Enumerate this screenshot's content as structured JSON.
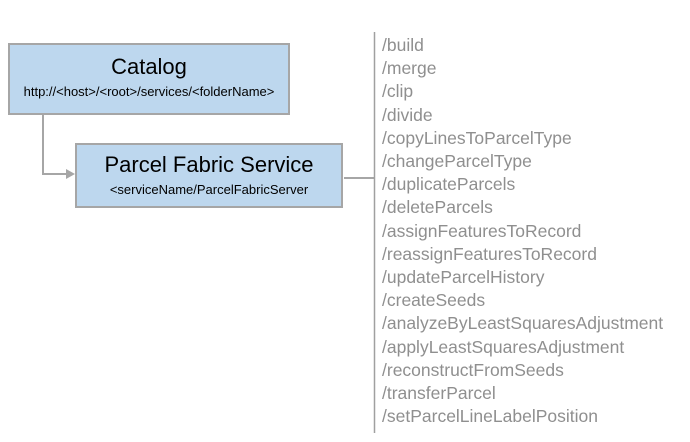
{
  "catalog": {
    "title": "Catalog",
    "url": "http://<host>/<root>/services/<folderName>"
  },
  "service": {
    "title": "Parcel Fabric Service",
    "subtitle": "<serviceName/ParcelFabricServer"
  },
  "endpoints": [
    "/build",
    "/merge",
    "/clip",
    "/divide",
    "/copyLinesToParcelType",
    "/changeParcelType",
    "/duplicateParcels",
    "/deleteParcels",
    "/assignFeaturesToRecord",
    "/reassignFeaturesToRecord",
    "/updateParcelHistory",
    "/createSeeds",
    "/analyzeByLeastSquaresAdjustment",
    "/applyLeastSquaresAdjustment",
    "/reconstructFromSeeds",
    "/transferParcel",
    "/setParcelLineLabelPosition"
  ],
  "colors": {
    "box_fill": "#bdd7ee",
    "box_border": "#a6a6a6",
    "connector": "#a6a6a6",
    "endpoint_text": "#8f8f8f",
    "box_text": "#000000",
    "background": "#ffffff"
  }
}
